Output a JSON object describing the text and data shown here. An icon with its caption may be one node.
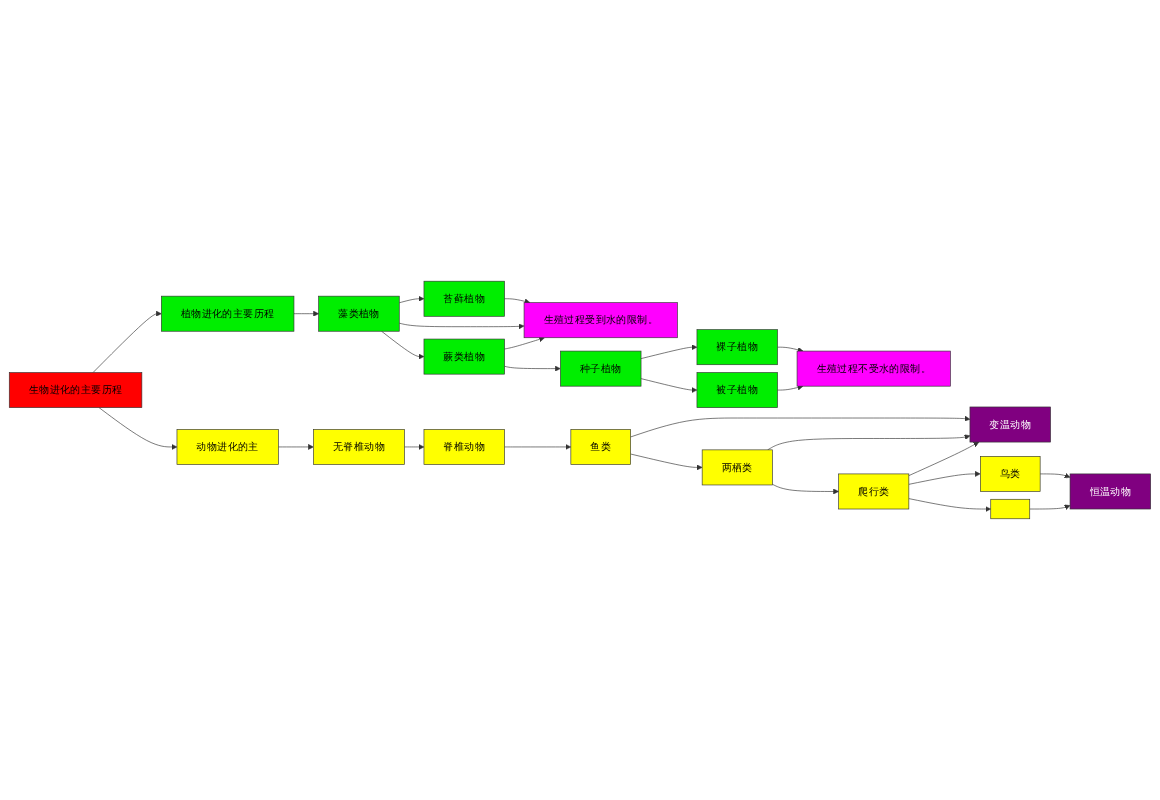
{
  "diagram": {
    "nodes": [
      {
        "text": [
          "生物进化的主要历程"
        ]
      },
      {
        "text": [
          "植物进化的主要历程"
        ]
      },
      {
        "text": [
          "苔藓植物"
        ]
      },
      {
        "text": [
          "藻类植物"
        ]
      },
      {
        "text": [
          "蕨类植物"
        ]
      },
      {
        "text": [
          "生殖过程受到水的限制。"
        ]
      },
      {
        "text": [
          "种子植物"
        ]
      },
      {
        "text": [
          "裸子植物"
        ]
      },
      {
        "text": [
          "被子植物"
        ]
      },
      {
        "text": [
          "生殖过程不受水的限制。"
        ]
      },
      {
        "text": [
          "动物进化的主"
        ]
      },
      {
        "text": [
          "无脊椎动物"
        ]
      },
      {
        "text": [
          "脊椎动物"
        ]
      },
      {
        "text": [
          "鱼类"
        ]
      },
      {
        "text": [
          "两栖类"
        ]
      },
      {
        "text": [
          "爬行类"
        ]
      },
      {
        "text": [
          "变温动物"
        ]
      },
      {
        "text": [
          "鸟类"
        ]
      },
      {
        "text": [],
        "shape": "box"
      },
      {
        "text": [
          "恒温动物"
        ]
      }
    ],
    "edges": [
      {
        "from": 0,
        "to": 1,
        "arrow": "to"
      },
      {
        "from": 0,
        "to": 10,
        "arrow": "to"
      },
      {
        "from": 1,
        "to": 3,
        "arrow": "to"
      },
      {
        "from": 3,
        "to": 2,
        "arrow": "to"
      },
      {
        "from": 3,
        "to": 4,
        "arrow": "to"
      },
      {
        "from": 2,
        "to": 5,
        "arrow": "to"
      },
      {
        "from": 3,
        "to": 5,
        "arrow": "to"
      },
      {
        "from": 4,
        "to": 5,
        "arrow": "to"
      },
      {
        "from": 4,
        "to": 6,
        "arrow": "to"
      },
      {
        "from": 6,
        "to": 7,
        "arrow": "to"
      },
      {
        "from": 6,
        "to": 8,
        "arrow": "to"
      },
      {
        "from": 7,
        "to": 9,
        "arrow": "to"
      },
      {
        "from": 8,
        "to": 9,
        "arrow": "to"
      },
      {
        "from": 10,
        "to": 11,
        "arrow": "to"
      },
      {
        "from": 11,
        "to": 12,
        "arrow": "to"
      },
      {
        "from": 12,
        "to": 13,
        "arrow": "to"
      },
      {
        "from": 13,
        "to": 14,
        "arrow": "to"
      },
      {
        "from": 14,
        "to": 15,
        "arrow": "to"
      },
      {
        "from": 13,
        "to": 16,
        "arrow": "to"
      },
      {
        "from": 14,
        "to": 16,
        "arrow": "to"
      },
      {
        "from": 15,
        "to": 16,
        "arrow": "to"
      },
      {
        "from": 15,
        "to": 17,
        "arrow": "to"
      },
      {
        "from": 15,
        "to": 18,
        "arrow": "to"
      },
      {
        "from": 17,
        "to": 19,
        "arrow": "to"
      },
      {
        "from": 18,
        "to": 19,
        "arrow": "to"
      }
    ]
  }
}
